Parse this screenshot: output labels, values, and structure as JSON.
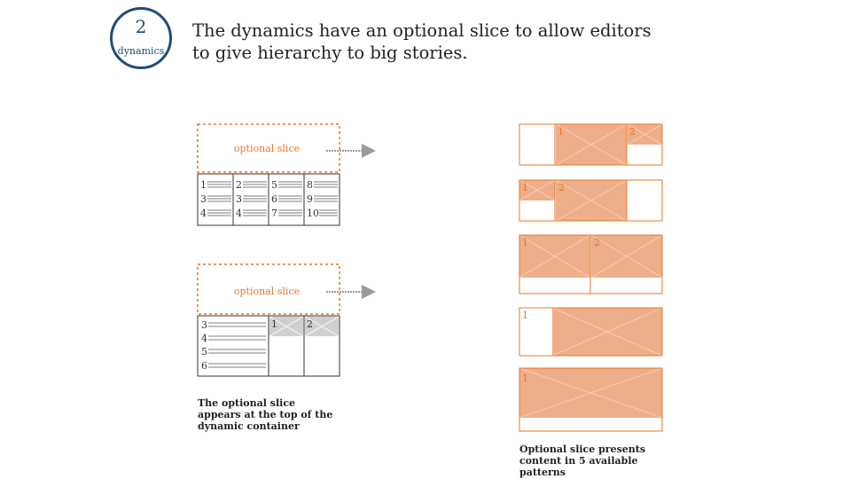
{
  "badge": {
    "number": "2",
    "label": "dynamics"
  },
  "headline": "The dynamics have an optional slice to allow editors to give hierarchy to big stories.",
  "left_diagram": {
    "optional_slice_label": "optional slice",
    "top_grid_numbers": [
      [
        "1",
        "3",
        "4"
      ],
      [
        "2",
        "3",
        "4"
      ],
      [
        "5",
        "6",
        "7"
      ],
      [
        "8",
        "9",
        "10"
      ]
    ],
    "bottom_list_numbers": [
      "3",
      "4",
      "5",
      "6"
    ],
    "bottom_image_numbers": [
      "1",
      "2"
    ],
    "caption": "The optional slice appears at the top of the dynamic container"
  },
  "patterns": {
    "items": [
      {
        "numbers": [
          "1",
          "2"
        ]
      },
      {
        "numbers": [
          "1",
          "2"
        ]
      },
      {
        "numbers": [
          "1",
          "2"
        ]
      },
      {
        "numbers": [
          "1"
        ]
      },
      {
        "numbers": [
          "1"
        ]
      }
    ],
    "caption": "Optional slice presents content in 5 available patterns"
  },
  "colors": {
    "accent": "#e87722",
    "fill": "#eeae8a",
    "navy": "#1f4e79",
    "arrow": "#9a9a9a",
    "grey_image": "#cfcfcf"
  }
}
